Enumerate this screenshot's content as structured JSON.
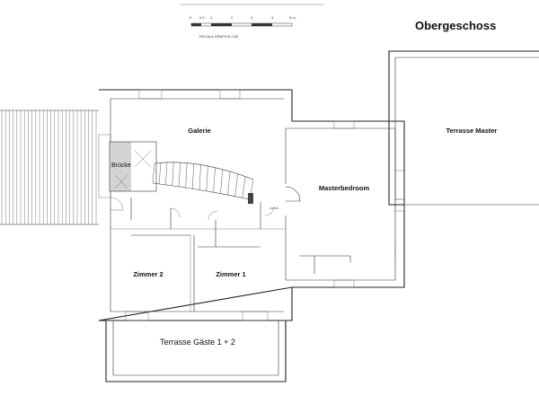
{
  "title": "Obergeschoss",
  "scale": {
    "ticks": [
      "0",
      "0.5",
      "1",
      "2",
      "3",
      "4",
      "5 m."
    ],
    "caption": "ESCALA GRAFICA 1:50"
  },
  "rooms": {
    "galerie": "Galerie",
    "brucke": "Brücke",
    "masterbedroom": "Masterbedroom",
    "terrasse_master": "Terrasse Master",
    "zimmer2": "Zimmer 2",
    "zimmer1": "Zimmer 1",
    "terrasse_gaeste": "Terrasse Gäste 1 + 2"
  },
  "colors": {
    "line": "#222222",
    "hatch": "#d4d4d4",
    "background": "#ffffff"
  }
}
